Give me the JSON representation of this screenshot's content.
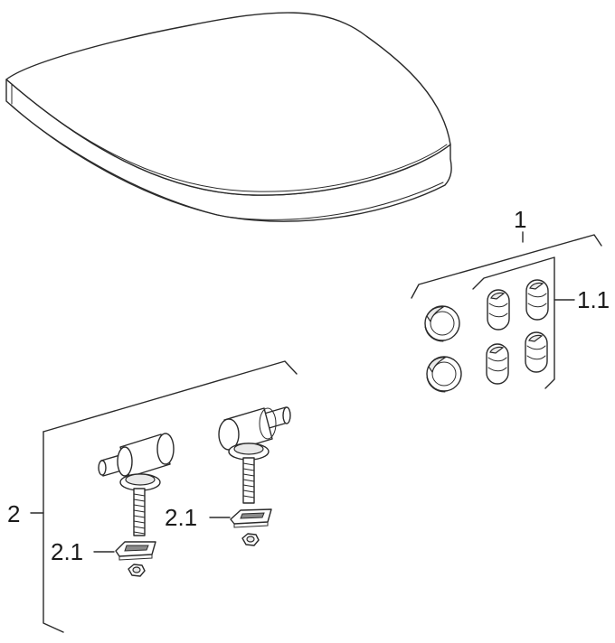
{
  "callouts": {
    "cover_set": "1",
    "buffer_set": "1.1",
    "hinge_set": "2",
    "hinge_plate_left": "2.1",
    "hinge_plate_right": "2.1"
  }
}
